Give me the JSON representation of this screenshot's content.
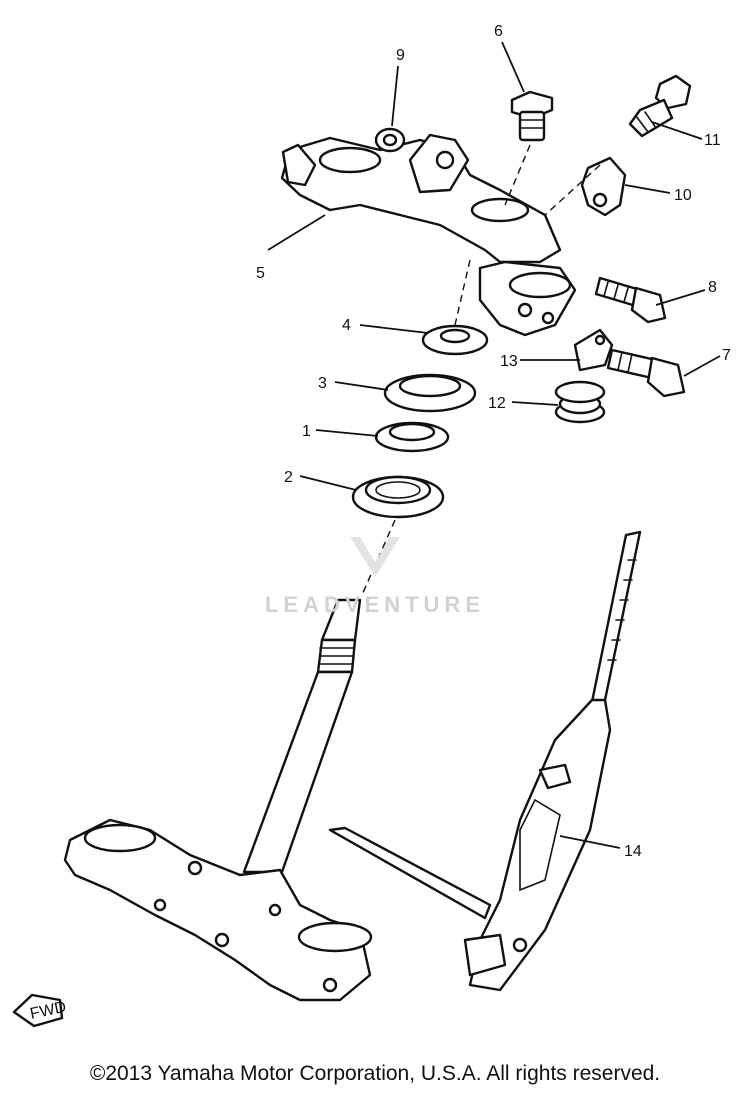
{
  "callouts": [
    {
      "id": "1",
      "label": "1"
    },
    {
      "id": "2",
      "label": "2"
    },
    {
      "id": "3",
      "label": "3"
    },
    {
      "id": "4",
      "label": "4"
    },
    {
      "id": "5",
      "label": "5"
    },
    {
      "id": "6",
      "label": "6"
    },
    {
      "id": "7",
      "label": "7"
    },
    {
      "id": "8",
      "label": "8"
    },
    {
      "id": "9",
      "label": "9"
    },
    {
      "id": "10",
      "label": "10"
    },
    {
      "id": "11",
      "label": "11"
    },
    {
      "id": "12",
      "label": "12"
    },
    {
      "id": "13",
      "label": "13"
    },
    {
      "id": "14",
      "label": "14"
    }
  ],
  "fwd_label": "FWD",
  "watermark": "LEADVENTURE",
  "copyright": "©2013 Yamaha Motor Corporation, U.S.A. All rights reserved."
}
